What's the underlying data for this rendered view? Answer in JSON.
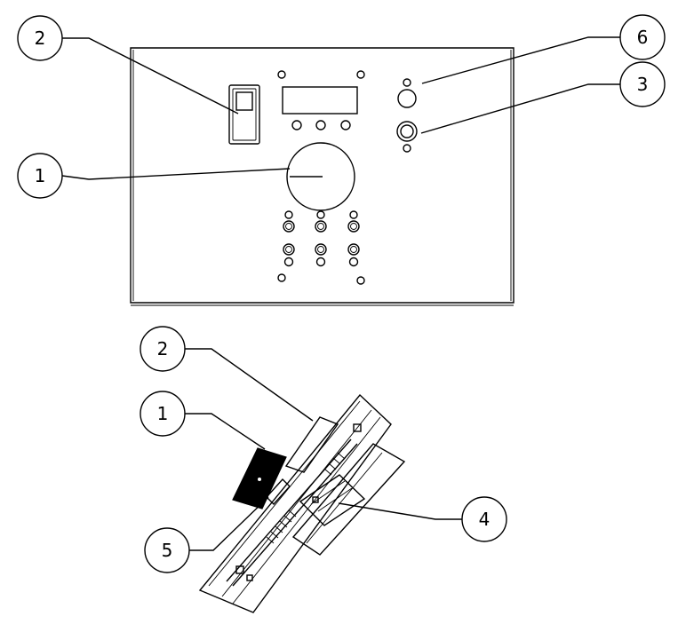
{
  "callouts": {
    "front_2": "2",
    "front_1": "1",
    "front_6": "6",
    "front_3": "3",
    "side_2": "2",
    "side_1": "1",
    "side_5": "5",
    "side_4": "4"
  }
}
